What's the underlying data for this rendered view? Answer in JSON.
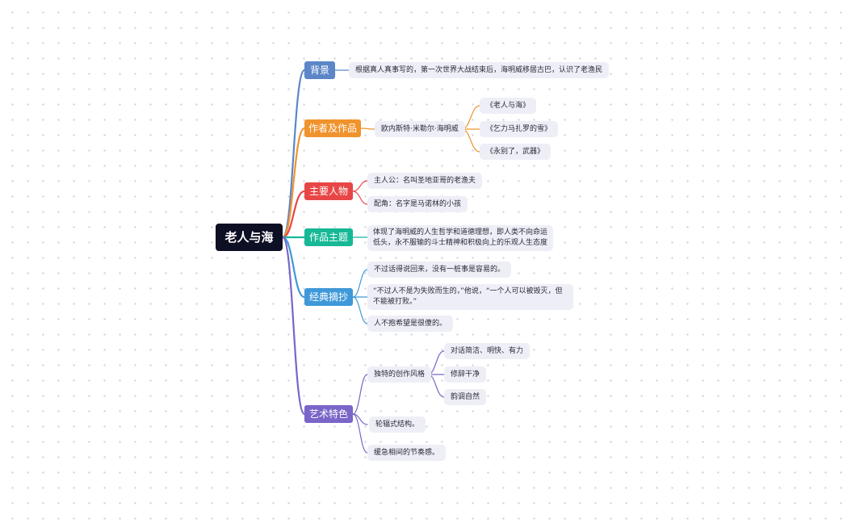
{
  "root": "老人与海",
  "colors": {
    "root_bg": "#0d0f24",
    "bg": "#5b86c7",
    "author": "#f0932d",
    "characters": "#e84646",
    "theme": "#16b896",
    "quotes": "#3f98d8",
    "art": "#7a65c8",
    "leaf_bg": "#eeeff6"
  },
  "branches": {
    "bg": {
      "label": "背景",
      "text": "根据真人真事写的，第一次世界大战结束后，海明威移居古巴，认识了老渔民"
    },
    "author": {
      "label": "作者及作品",
      "name": "欧内斯特·米勒尔·海明威",
      "works": [
        "《老人与海》",
        "《乞力马扎罗的雪》",
        "《永别了，武器》"
      ]
    },
    "characters": {
      "label": "主要人物",
      "items": [
        "主人公：名叫圣地亚哥的老渔夫",
        "配角：名字是马诺林的小孩"
      ]
    },
    "theme": {
      "label": "作品主题",
      "text": "体现了海明威的人生哲学和道德理想，即人类不向命运低头，永不服输的斗士精神和积极向上的乐观人生态度"
    },
    "quotes": {
      "label": "经典摘抄",
      "items": [
        "不过话得说回来，没有一桩事是容易的。",
        "“不过人不是为失败而生的，”他说，“一个人可以被毁灭，但不能被打败。”",
        "人不抱希望是很傻的。"
      ]
    },
    "art": {
      "label": "艺术特色",
      "style": "独特的创作风格",
      "style_items": [
        "对话简洁、明快、有力",
        "修辞干净",
        "韵调自然"
      ],
      "structure": "轮辐式结构。",
      "rhythm": "缓急相间的节奏感。"
    }
  }
}
